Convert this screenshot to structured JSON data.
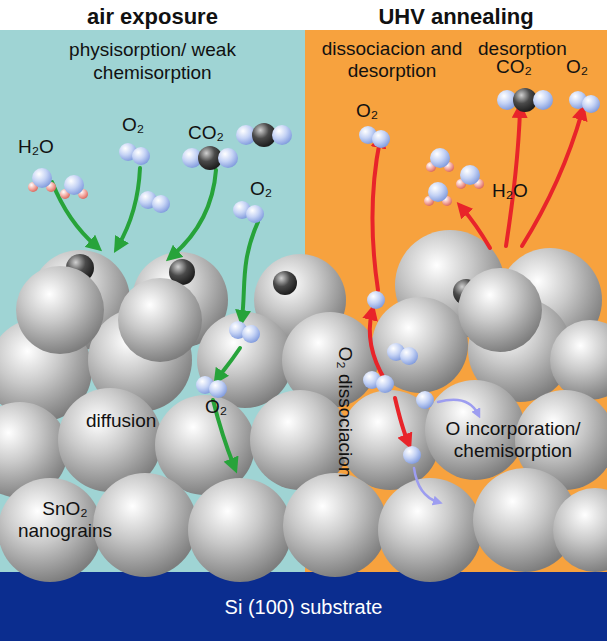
{
  "diagram": {
    "nodes": [
      {
        "text": [
          "air exposure",
          "physisorption/ weak chemisorption"
        ]
      },
      {
        "text": [
          "UHV annealing"
        ]
      },
      {
        "text": [
          "Si (100) substrate"
        ]
      }
    ],
    "edges": [],
    "labels": [
      "H₂O",
      "O₂",
      "CO₂",
      "O₂",
      "O₂",
      "diffusion",
      "SnO₂ nanograins",
      "dissociacion and desorption",
      "desorption",
      "O₂",
      "CO₂",
      "O₂",
      "H₂O",
      "O₂ dissociacion",
      "O incorporation/ chemisorption"
    ]
  }
}
